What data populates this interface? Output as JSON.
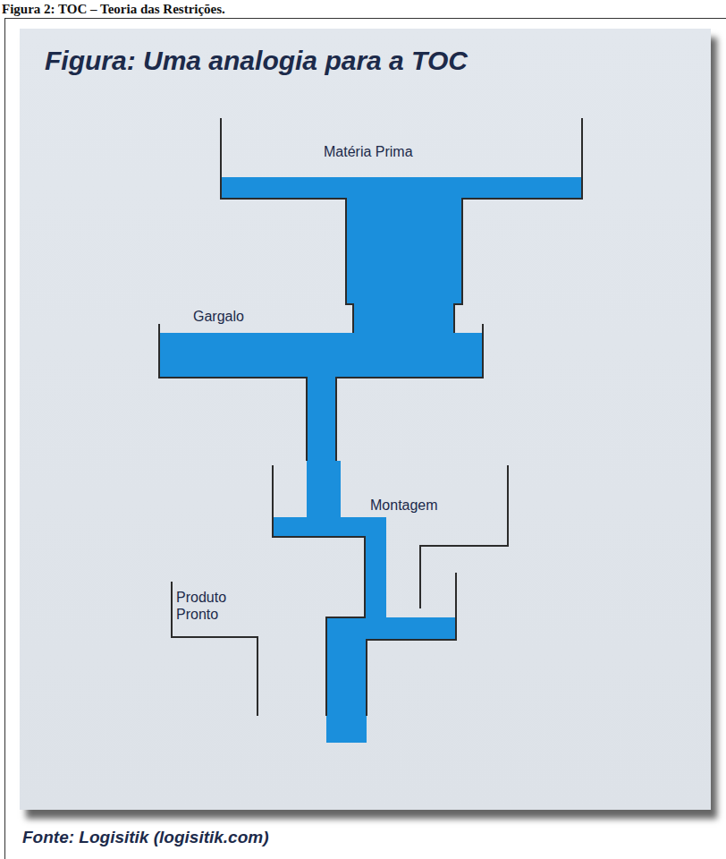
{
  "diagram": {
    "title": "Figura: Uma analogia para a TOC",
    "caption": "Fonte: Logisitik (logisitik.com)",
    "labels": [
      "Figura 2: TOC – Teoria das Restrições.",
      "Matéria Prima",
      "Gargalo",
      "Montagem",
      "Produto Pronto"
    ]
  }
}
